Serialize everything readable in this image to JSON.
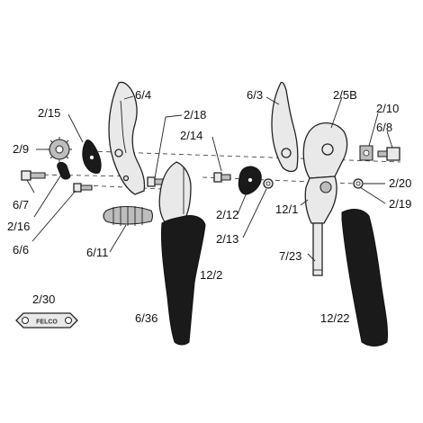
{
  "diagram": {
    "type": "exploded-parts-view",
    "colors": {
      "handle": "#1a1a1a",
      "metal": "#e9e9e9",
      "line": "#222222"
    },
    "parts": [
      {
        "id": "p-6-4",
        "label": "6/4"
      },
      {
        "id": "p-2-15",
        "label": "2/15"
      },
      {
        "id": "p-2-18",
        "label": "2/18"
      },
      {
        "id": "p-2-14",
        "label": "2/14"
      },
      {
        "id": "p-2-9",
        "label": "2/9"
      },
      {
        "id": "p-6-7",
        "label": "6/7"
      },
      {
        "id": "p-2-16",
        "label": "2/16"
      },
      {
        "id": "p-6-6",
        "label": "6/6"
      },
      {
        "id": "p-6-11",
        "label": "6/11"
      },
      {
        "id": "p-2-12",
        "label": "2/12"
      },
      {
        "id": "p-2-13",
        "label": "2/13"
      },
      {
        "id": "p-12-2",
        "label": "12/2"
      },
      {
        "id": "p-6-36",
        "label": "6/36"
      },
      {
        "id": "p-2-30",
        "label": "2/30"
      },
      {
        "id": "p-6-3",
        "label": "6/3"
      },
      {
        "id": "p-2-5b",
        "label": "2/5B"
      },
      {
        "id": "p-2-10",
        "label": "2/10"
      },
      {
        "id": "p-6-8",
        "label": "6/8"
      },
      {
        "id": "p-2-20",
        "label": "2/20"
      },
      {
        "id": "p-2-19",
        "label": "2/19"
      },
      {
        "id": "p-12-1",
        "label": "12/1"
      },
      {
        "id": "p-7-23",
        "label": "7/23"
      },
      {
        "id": "p-12-22",
        "label": "12/22"
      }
    ],
    "wrench_brand": "FELCO"
  }
}
